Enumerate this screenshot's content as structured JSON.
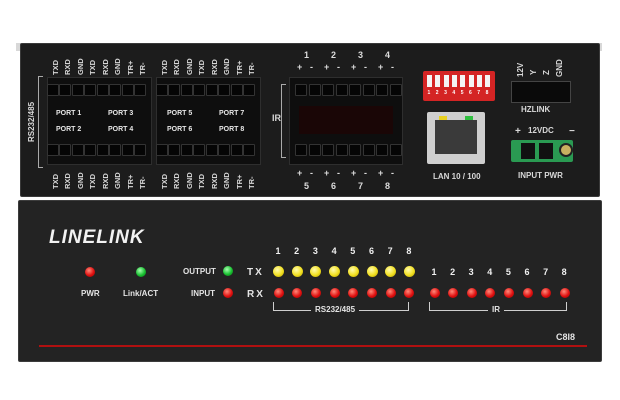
{
  "back_panel": {
    "pin_labels_top": [
      "TXD",
      "RXD",
      "GND",
      "TXD",
      "RXD",
      "GND",
      "TR+",
      "TR-",
      "TXD",
      "RXD",
      "GND",
      "TXD",
      "RXD",
      "GND",
      "TR+",
      "TR-"
    ],
    "pin_labels_bottom": [
      "TXD",
      "RXD",
      "GND",
      "TXD",
      "RXD",
      "GND",
      "TR+",
      "TR-",
      "TXD",
      "RXD",
      "GND",
      "TXD",
      "RXD",
      "GND",
      "TR+",
      "TR-"
    ],
    "rs232_side_label": "RS232/485",
    "ports": [
      "PORT 1",
      "PORT 3",
      "PORT 5",
      "PORT 7",
      "PORT 2",
      "PORT 4",
      "PORT 6",
      "PORT 8"
    ],
    "ir_side_label": "IR",
    "ir_top_numbers": [
      "1",
      "2",
      "3",
      "4"
    ],
    "ir_bottom_numbers": [
      "5",
      "6",
      "7",
      "8"
    ],
    "polarity": [
      "+",
      "-"
    ],
    "dip_numbers": [
      "1",
      "2",
      "3",
      "4",
      "5",
      "6",
      "7",
      "8"
    ],
    "lan_label": "LAN 10 / 100",
    "hzlink_pins": [
      "12V",
      "Y",
      "Z",
      "GND"
    ],
    "hzlink_label": "HZLINK",
    "power_plus": "+",
    "power_minus": "−",
    "power_voltage": "12VDC",
    "power_label": "INPUT PWR"
  },
  "front_panel": {
    "brand": "LINELINK",
    "pwr_label": "PWR",
    "link_label": "Link/ACT",
    "output_label": "OUTPUT",
    "input_label": "INPUT",
    "tx_label": "TX",
    "rx_label": "RX",
    "rs_numbers": [
      "1",
      "2",
      "3",
      "4",
      "5",
      "6",
      "7",
      "8"
    ],
    "ir_numbers": [
      "1",
      "2",
      "3",
      "4",
      "5",
      "6",
      "7",
      "8"
    ],
    "rs_group_label": "RS232/485",
    "ir_group_label": "IR",
    "model": "C8I8",
    "colors": {
      "red_led": "#e01010",
      "yellow_led": "#f2e020",
      "green_led": "#18c030",
      "accent_line": "#b01010"
    }
  }
}
